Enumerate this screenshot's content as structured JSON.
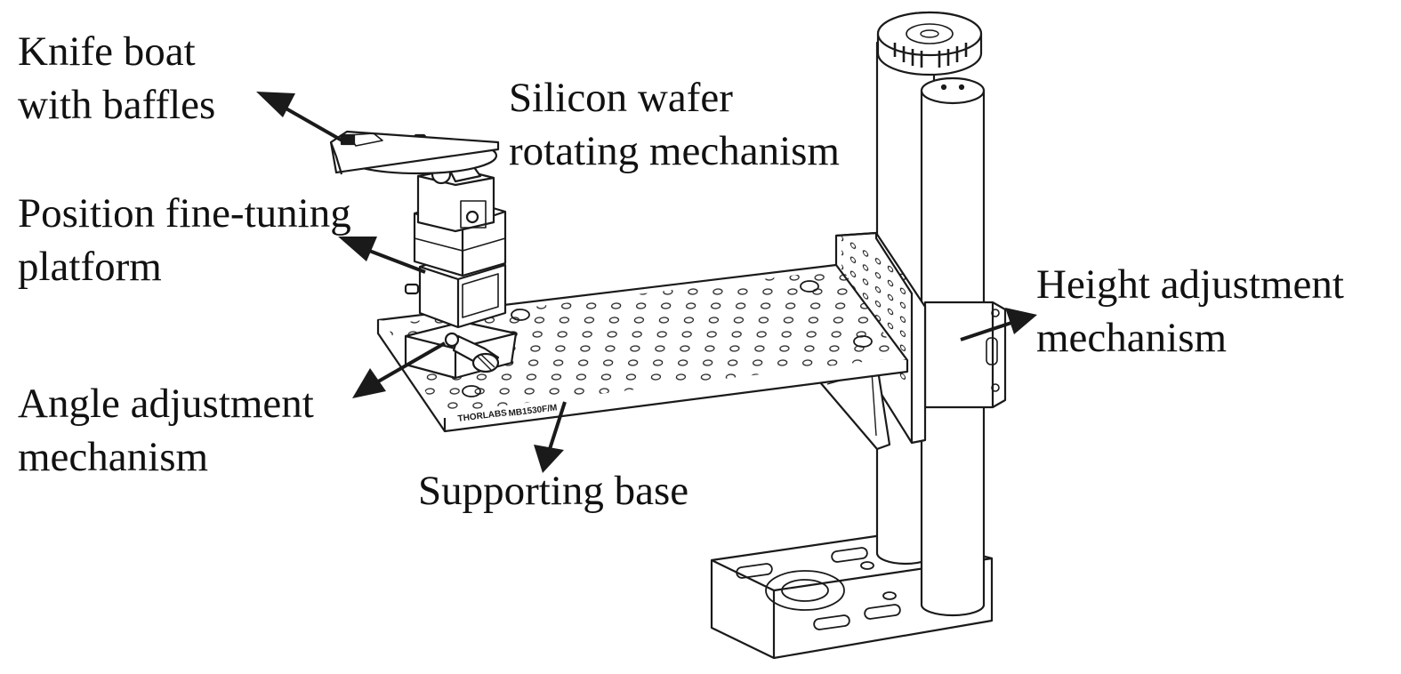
{
  "labels": {
    "knife_boat": [
      "Knife boat",
      "with baffles"
    ],
    "silicon_wafer": [
      "Silicon wafer",
      "rotating mechanism"
    ],
    "position_platform": [
      "Position fine-tuning",
      "platform"
    ],
    "angle_adjustment": [
      "Angle adjustment",
      "mechanism"
    ],
    "supporting_base": [
      "Supporting base"
    ],
    "height_adjustment": [
      "Height adjustment",
      "mechanism"
    ]
  },
  "device_markings": {
    "brand": "THORLABS",
    "model": "MB1530F/M"
  },
  "colors": {
    "line": "#1a1a1a",
    "fill": "#ffffff",
    "text": "#111111"
  }
}
